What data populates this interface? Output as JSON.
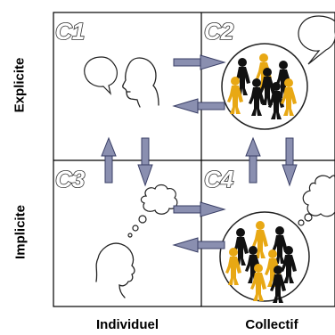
{
  "quadrants": [
    {
      "id": "c1",
      "label": "C1"
    },
    {
      "id": "c2",
      "label": "C2"
    },
    {
      "id": "c3",
      "label": "C3"
    },
    {
      "id": "c4",
      "label": "C4"
    }
  ],
  "y_axis": {
    "top_label": "Explicite",
    "bottom_label": "Implicite"
  },
  "x_axis": {
    "left_label": "Individuel",
    "right_label": "Collectif"
  },
  "colors": {
    "grid": "#000000",
    "arrow_fill": "#8a8fb0",
    "arrow_stroke": "#3a3f66",
    "person_dark": "#111111",
    "person_gold": "#e8a814"
  }
}
